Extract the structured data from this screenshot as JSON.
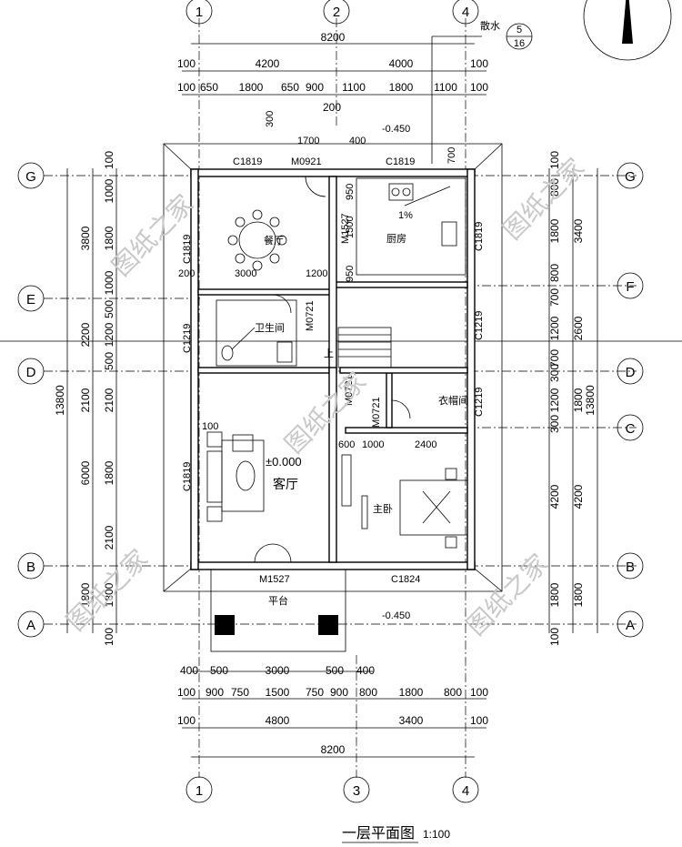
{
  "grid_labels": {
    "top": [
      "1",
      "2",
      "4"
    ],
    "bottom": [
      "1",
      "3",
      "4"
    ],
    "left": [
      "G",
      "E",
      "D",
      "B",
      "A"
    ],
    "right": [
      "G",
      "F",
      "D",
      "C",
      "B",
      "A"
    ]
  },
  "dims_top": {
    "overall": "8200",
    "row1": [
      "100",
      "4200",
      "4000",
      "100"
    ],
    "row2": [
      "100",
      "650",
      "1800",
      "650",
      "900",
      "1100",
      "1800",
      "1100",
      "100"
    ],
    "offset": "200"
  },
  "dims_bottom": {
    "overall": "8200",
    "row1": [
      "100",
      "4800",
      "3400",
      "100"
    ],
    "row2": [
      "100",
      "900",
      "750",
      "1500",
      "750",
      "900",
      "800",
      "1800",
      "800",
      "100"
    ],
    "row3": [
      "400",
      "500",
      "3000",
      "500",
      "400"
    ]
  },
  "dims_left": {
    "overall": "13800",
    "col1": [
      "3800",
      "2200",
      "2100",
      "6000",
      "1800"
    ],
    "col2": [
      "100",
      "1000",
      "1800",
      "1000",
      "500",
      "1200",
      "500",
      "2100",
      "1800",
      "2100",
      "1800",
      "100"
    ]
  },
  "dims_right": {
    "overall": "13800",
    "col1": [
      "3400",
      "2600",
      "1800",
      "4200",
      "1800"
    ],
    "col2": [
      "100",
      "800",
      "1800",
      "800",
      "700",
      "1200",
      "700",
      "300",
      "1200",
      "300",
      "4200",
      "1800",
      "100"
    ]
  },
  "rooms": {
    "dining": "餐厅",
    "kitchen": "厨房",
    "toilet": "卫生间",
    "living": "客厅",
    "master": "主卧",
    "closet": "衣帽间",
    "terrace": "平台"
  },
  "tags": {
    "c1819_top_left": "C1819",
    "m0921": "M0921",
    "c1819_top_right": "C1819",
    "m1527_k": "M1527",
    "c1219_a": "C1219",
    "c1219_b": "C1219",
    "c1219_c": "C1219",
    "m0721_a": "M0721",
    "m0721_b": "M0721",
    "m0721_c": "M0721",
    "c1819_l1": "C1819",
    "c1819_l2": "C1819",
    "c1819_r": "C1819",
    "m1527_main": "M1527",
    "c1824": "C1824"
  },
  "notes": {
    "level_ext_top": "-0.450",
    "level_ext_bottom": "-0.450",
    "level_living": "±0.000",
    "slope": "1%",
    "up": "上",
    "scatter": "散水",
    "ref_top": "5",
    "ref_bottom": "16",
    "d1700": "1700",
    "d400": "400",
    "d300": "300",
    "d1200": "1200",
    "d3000": "3000",
    "d200": "200",
    "d700": "700",
    "d950a": "950",
    "d950b": "950",
    "d1500": "1500",
    "d600": "600",
    "d1000": "1000",
    "d2400": "2400",
    "d100": "100"
  },
  "title": {
    "main": "一层平面图",
    "scale": "1:100"
  },
  "watermark": "图纸之家"
}
